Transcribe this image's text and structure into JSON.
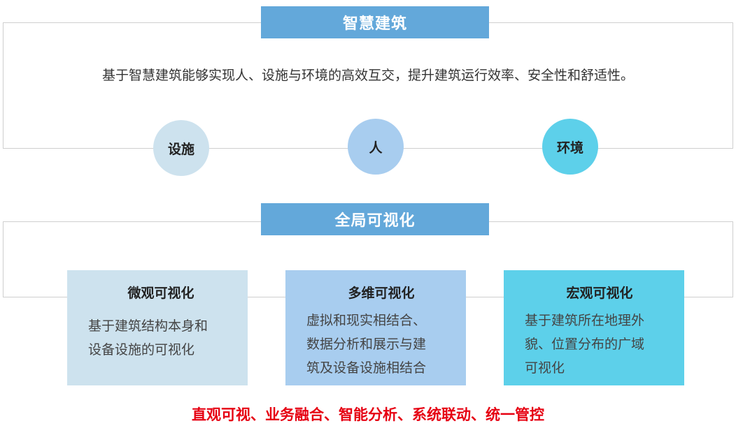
{
  "section1": {
    "title": "智慧建筑",
    "description": "基于智慧建筑能够实现人、设施与环境的高效互交，提升建筑运行效率、安全性和舒适性。",
    "nodes": [
      {
        "label": "设施",
        "color": "#cde2ee"
      },
      {
        "label": "人",
        "color": "#a8cdef"
      },
      {
        "label": "环境",
        "color": "#5dd0ea"
      }
    ]
  },
  "section2": {
    "title": "全局可视化",
    "cards": [
      {
        "title": "微观可视化",
        "lines": [
          "基于建筑结构本身和",
          "设备设施的可视化"
        ],
        "color": "#cde2ee"
      },
      {
        "title": "多维可视化",
        "lines": [
          "虚拟和现实相结合、",
          "数据分析和展示与建",
          "筑及设备设施相结合"
        ],
        "color": "#a8cdef"
      },
      {
        "title": "宏观可视化",
        "lines": [
          "基于建筑所在地理外",
          "貌、位置分布的广域",
          "可视化"
        ],
        "color": "#5dd0ea"
      }
    ]
  },
  "footer": "直观可视、业务融合、智能分析、系统联动、统一管控"
}
